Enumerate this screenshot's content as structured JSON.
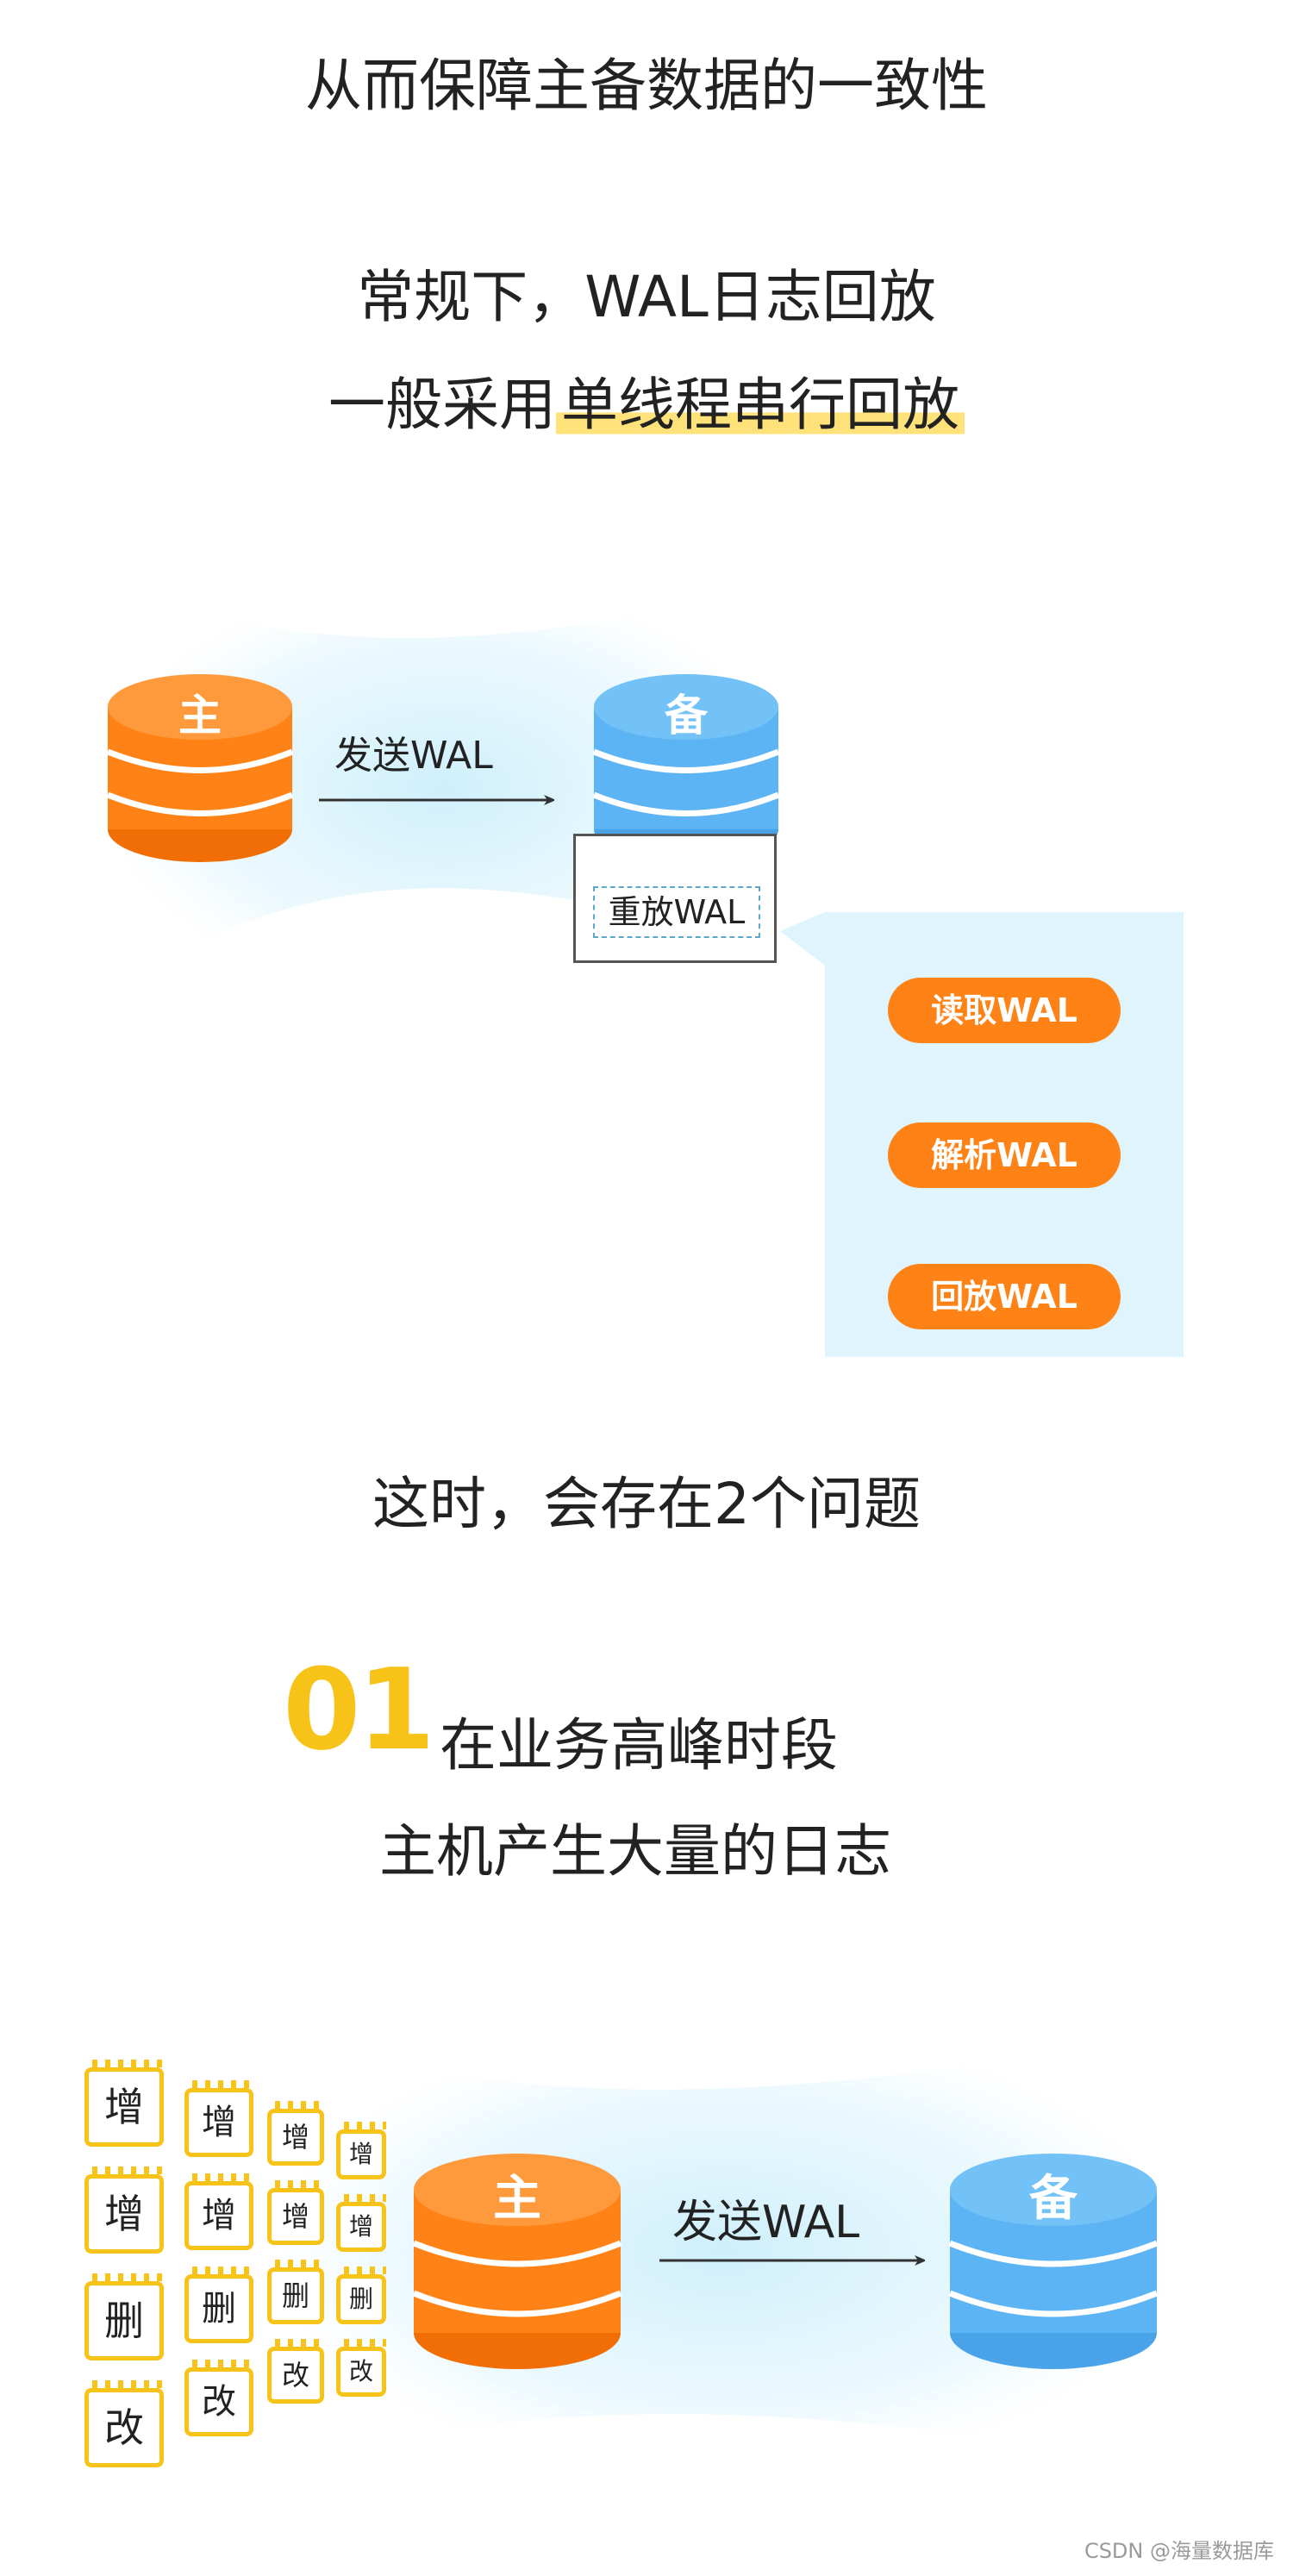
{
  "heading1": "从而保障主备数据的一致性",
  "heading2": {
    "line1": "常规下，WAL日志回放",
    "line2_prefix": "一般采用",
    "line2_highlight": "单线程串行回放"
  },
  "diagram1": {
    "primary_label": "主",
    "standby_label": "备",
    "send_label": "发送WAL",
    "replay_label": "重放WAL",
    "steps": [
      "读取WAL",
      "解析WAL",
      "回放WAL"
    ]
  },
  "heading3": "这时，会存在2个问题",
  "problem1": {
    "number": "01",
    "line1": "在业务高峰时段",
    "line2": "主机产生大量的日志"
  },
  "diagram2": {
    "primary_label": "主",
    "standby_label": "备",
    "send_label": "发送WAL",
    "ops": [
      "增",
      "增",
      "删",
      "改",
      "增",
      "增",
      "删",
      "改",
      "增",
      "增",
      "删",
      "改",
      "增",
      "增",
      "删",
      "改"
    ]
  },
  "watermark": "CSDN @海量数据库",
  "colors": {
    "primary": "#ff8216",
    "standby": "#5db4f4",
    "highlight": "#ffe27a",
    "accent_yellow": "#f7c318",
    "panel": "#dff4fd"
  }
}
